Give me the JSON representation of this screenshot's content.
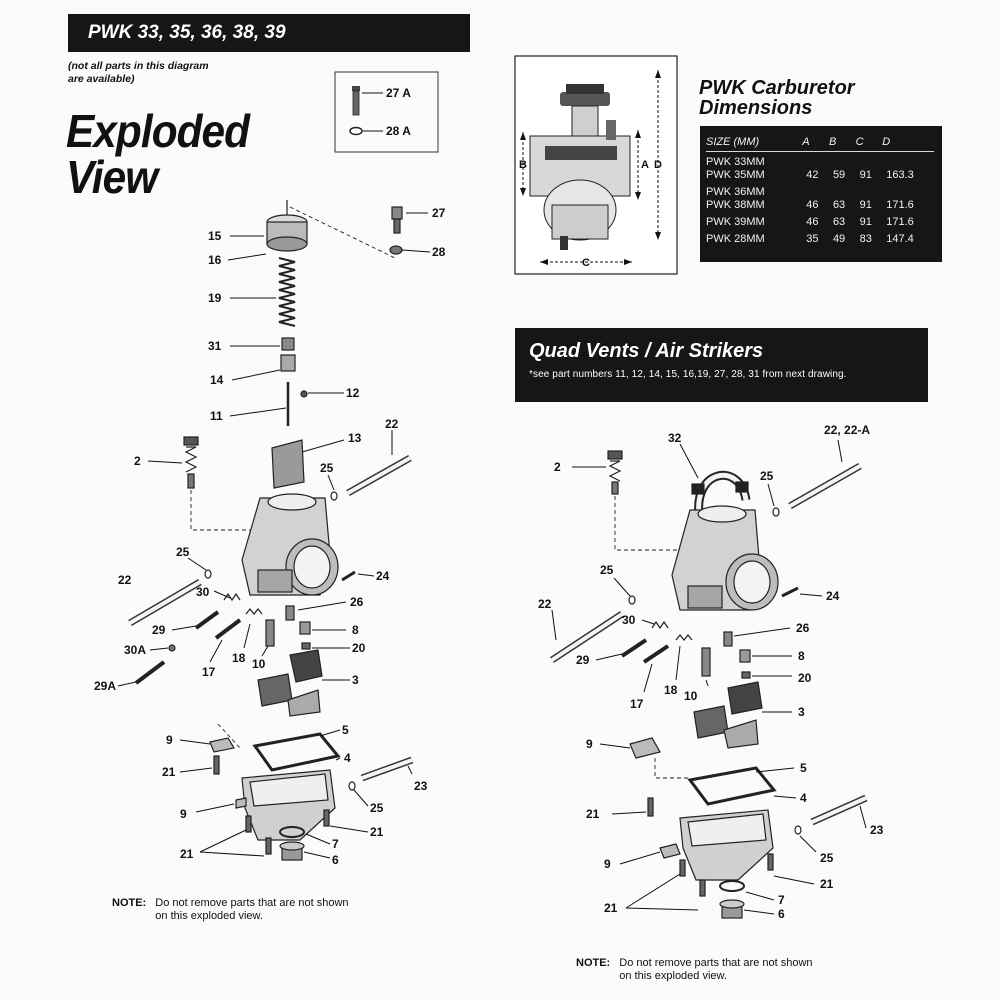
{
  "left_panel": {
    "banner_title": "PWK 33, 35, 36, 38, 39",
    "availability_note_line1": "(not all parts in this diagram",
    "availability_note_line2": "are available)",
    "title_line1": "Exploded",
    "title_line2": "View",
    "inset_labels": [
      "27 A",
      "28 A"
    ],
    "callouts": [
      "15",
      "16",
      "19",
      "31",
      "14",
      "11",
      "12",
      "27",
      "28",
      "2",
      "13",
      "22",
      "25",
      "24",
      "25",
      "22",
      "30",
      "29",
      "30A",
      "29A",
      "17",
      "18",
      "10",
      "26",
      "8",
      "20",
      "3",
      "9",
      "21",
      "5",
      "4",
      "23",
      "9",
      "25",
      "21",
      "7",
      "21",
      "6"
    ],
    "note_label": "NOTE:",
    "note_line1": "Do not remove parts that are not shown",
    "note_line2": "on this exploded view."
  },
  "dimensions": {
    "title_line1": "PWK Carburetor",
    "title_line2": "Dimensions",
    "figure_labels": [
      "A",
      "B",
      "C",
      "D"
    ],
    "columns": [
      "SIZE (MM)",
      "A",
      "B",
      "C",
      "D"
    ],
    "rows": [
      {
        "size": "PWK 33MM",
        "a": "",
        "b": "",
        "c": "",
        "d": ""
      },
      {
        "size": "PWK 35MM",
        "a": "42",
        "b": "59",
        "c": "91",
        "d": "163.3"
      },
      {
        "size": "PWK 36MM",
        "a": "",
        "b": "",
        "c": "",
        "d": ""
      },
      {
        "size": "PWK 38MM",
        "a": "46",
        "b": "63",
        "c": "91",
        "d": "171.6"
      },
      {
        "size": "PWK 39MM",
        "a": "46",
        "b": "63",
        "c": "91",
        "d": "171.6"
      },
      {
        "size": "PWK 28MM",
        "a": "35",
        "b": "49",
        "c": "83",
        "d": "147.4"
      }
    ]
  },
  "right_panel": {
    "banner_title": "Quad Vents / Air Strikers",
    "banner_subtitle": "*see part numbers 11, 12, 14, 15, 16,19, 27, 28, 31 from next drawing.",
    "callouts": [
      "32",
      "22, 22-A",
      "2",
      "25",
      "25",
      "22",
      "30",
      "24",
      "29",
      "26",
      "8",
      "18",
      "17",
      "20",
      "10",
      "3",
      "9",
      "5",
      "4",
      "21",
      "23",
      "25",
      "9",
      "21",
      "21",
      "7",
      "6"
    ],
    "note_label": "NOTE:",
    "note_line1": "Do not remove parts that are not shown",
    "note_line2": "on this exploded view."
  }
}
